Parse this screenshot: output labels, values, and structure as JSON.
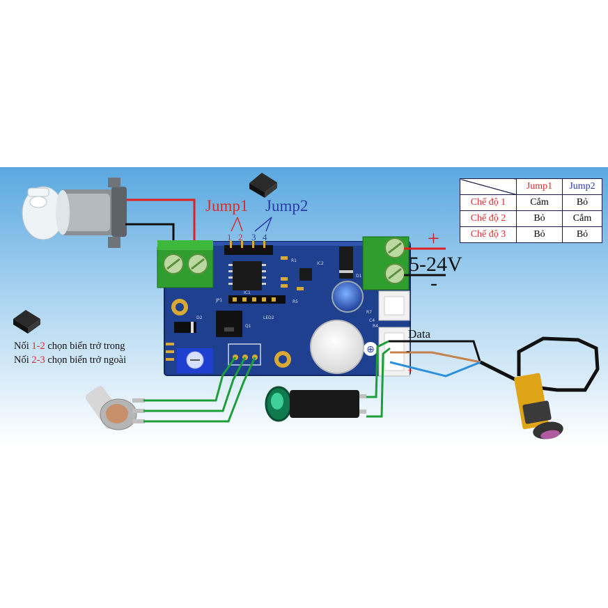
{
  "labels": {
    "jump1": "Jump1",
    "jump2": "Jump2",
    "pin1": "1",
    "pin2": "2",
    "pin3": "3",
    "pin4": "4",
    "voltage": "5-24V",
    "plus": "+",
    "minus": "-",
    "data": "Data",
    "sensor_minus": "-",
    "sensor_plus": "+"
  },
  "notes": {
    "line1_prefix": "Nối ",
    "line1_pins": "1-2",
    "line1_suffix": " chọn biến trở trong",
    "line2_prefix": "Nối ",
    "line2_pins": "2-3",
    "line2_suffix": " chọn biến trở ngoài"
  },
  "mode_table": {
    "headers": [
      "Jump1",
      "Jump2"
    ],
    "rows": [
      {
        "mode": "Chế độ 1",
        "jump1": "Cắm",
        "jump2": "Bỏ"
      },
      {
        "mode": "Chế độ 2",
        "jump1": "Bỏ",
        "jump2": "Cắm"
      },
      {
        "mode": "Chế độ 3",
        "jump1": "Bỏ",
        "jump2": "Bỏ"
      }
    ]
  },
  "pcb_silkscreen": {
    "ic1": "IC1",
    "ic2": "IC2",
    "jp1": "JP1",
    "d1": "D1",
    "d2": "D2",
    "q1": "Q1",
    "led2": "LED2",
    "r1": "R1",
    "r4": "R4",
    "r5": "R5",
    "r7": "R7",
    "c4": "C4"
  },
  "colors": {
    "sky_top": "#5aa8e0",
    "sky_bottom": "#ffffff",
    "pcb": "#1f3f8f",
    "terminal_green": "#2f9e2f",
    "wire_red": "#e02020",
    "wire_green": "#1e9e3a",
    "wire_black": "#111111",
    "accent_red": "#d92b2b",
    "accent_blue": "#2a3aa8"
  }
}
